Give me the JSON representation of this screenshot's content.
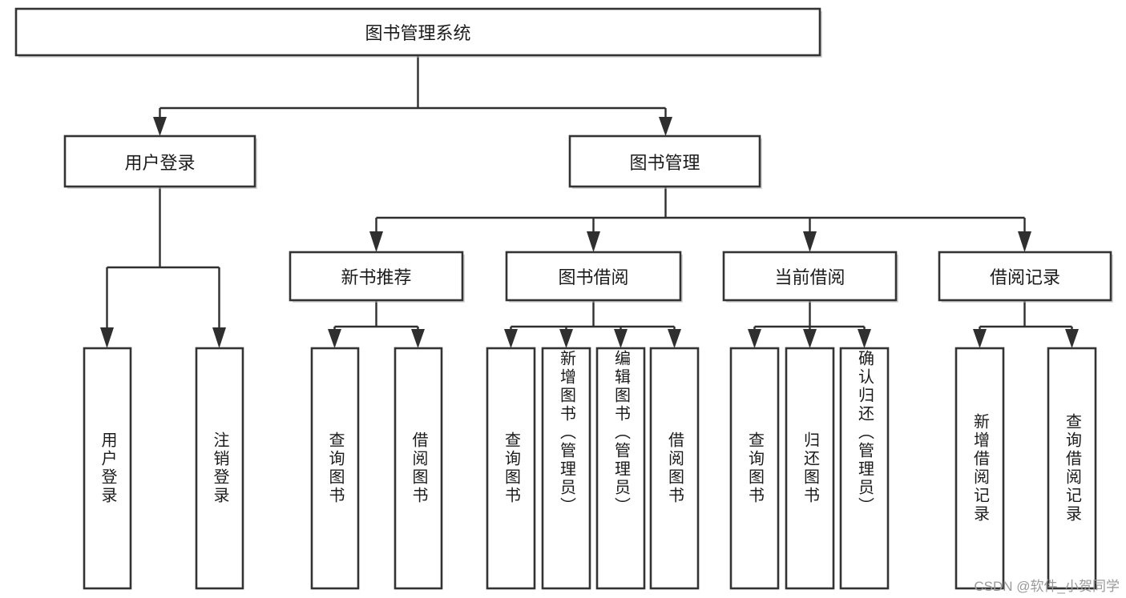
{
  "diagram": {
    "title": "图书管理系统",
    "type": "tree",
    "orientation": "top-down",
    "colors": {
      "box_border": "#333333",
      "box_fill": "#ffffff",
      "connector": "#2f2f2f",
      "text": "#1b1b1b",
      "watermark": "#9a9a9a",
      "background": "#ffffff"
    },
    "root": {
      "label": "图书管理系统",
      "children": [
        {
          "label": "用户登录",
          "children": [
            {
              "label": "用户登录",
              "children": []
            },
            {
              "label": "注销登录",
              "children": []
            }
          ]
        },
        {
          "label": "图书管理",
          "children": [
            {
              "label": "新书推荐",
              "children": [
                {
                  "label": "查询图书",
                  "children": []
                },
                {
                  "label": "借阅图书",
                  "children": []
                }
              ]
            },
            {
              "label": "图书借阅",
              "children": [
                {
                  "label": "查询图书",
                  "children": []
                },
                {
                  "label": "新增图书（管理员）",
                  "children": []
                },
                {
                  "label": "编辑图书（管理员）",
                  "children": []
                },
                {
                  "label": "借阅图书",
                  "children": []
                }
              ]
            },
            {
              "label": "当前借阅",
              "children": [
                {
                  "label": "查询图书",
                  "children": []
                },
                {
                  "label": "归还图书",
                  "children": []
                },
                {
                  "label": "确认归还（管理员）",
                  "children": []
                }
              ]
            },
            {
              "label": "借阅记录",
              "children": [
                {
                  "label": "新增借阅记录",
                  "children": []
                },
                {
                  "label": "查询借阅记录",
                  "children": []
                }
              ]
            }
          ]
        }
      ]
    }
  },
  "nodes": {
    "root": "图书管理系统",
    "level2": {
      "user_login": "用户登录",
      "book_manage": "图书管理"
    },
    "level3": {
      "new_book_recommend": "新书推荐",
      "book_borrow": "图书借阅",
      "current_borrow": "当前借阅",
      "borrow_record": "借阅记录"
    },
    "leaves": {
      "user_login_a": "用户登录",
      "user_login_b": "注销登录",
      "recommend_a": "查询图书",
      "recommend_b": "借阅图书",
      "borrow_a": "查询图书",
      "borrow_b": "新增图书（管理员）",
      "borrow_c": "编辑图书（管理员）",
      "borrow_d": "借阅图书",
      "current_a": "查询图书",
      "current_b": "归还图书",
      "current_c": "确认归还（管理员）",
      "record_a": "新增借阅记录",
      "record_b": "查询借阅记录"
    }
  },
  "watermark": {
    "text": "CSDN @软件_小贺同学"
  }
}
